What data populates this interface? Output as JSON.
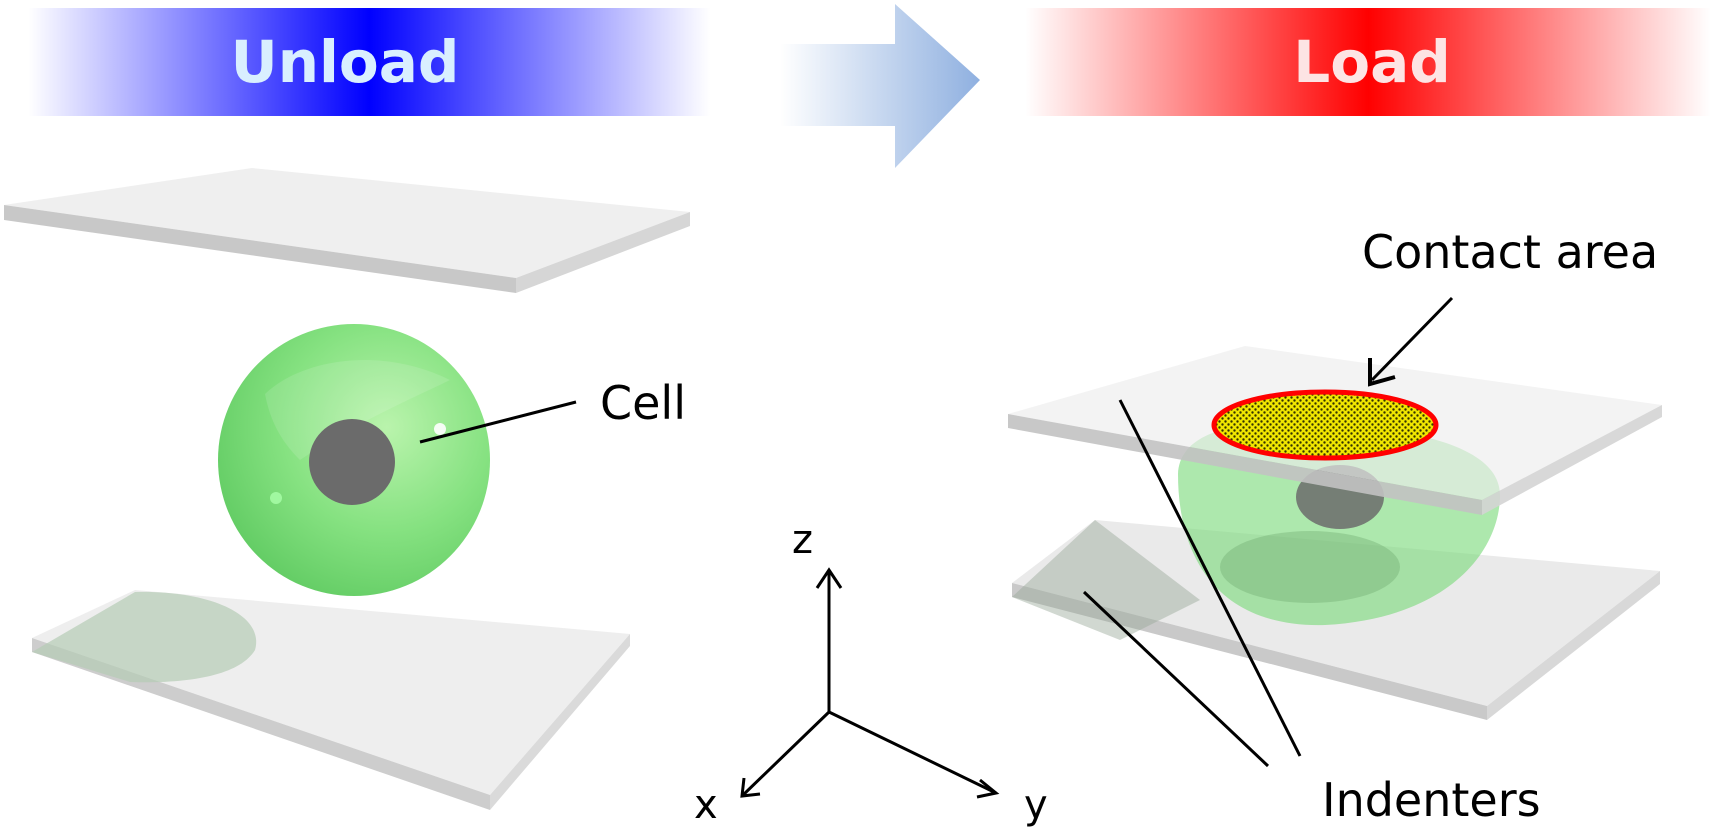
{
  "banners": {
    "unload": "Unload",
    "load": "Load"
  },
  "labels": {
    "cell": "Cell",
    "contact_area": "Contact area",
    "indenters": "Indenters"
  },
  "axes": {
    "z": "z",
    "x": "x",
    "y": "y"
  },
  "colors": {
    "unload_banner": "#0000ff",
    "load_banner": "#ff0000",
    "arrow": "#8fb0e0",
    "cell_green": "#5fd35f",
    "nucleus": "#6b6b6b",
    "contact_fill": "#d8d800",
    "contact_border": "#ff0000",
    "plate": "#e6e6e6"
  }
}
